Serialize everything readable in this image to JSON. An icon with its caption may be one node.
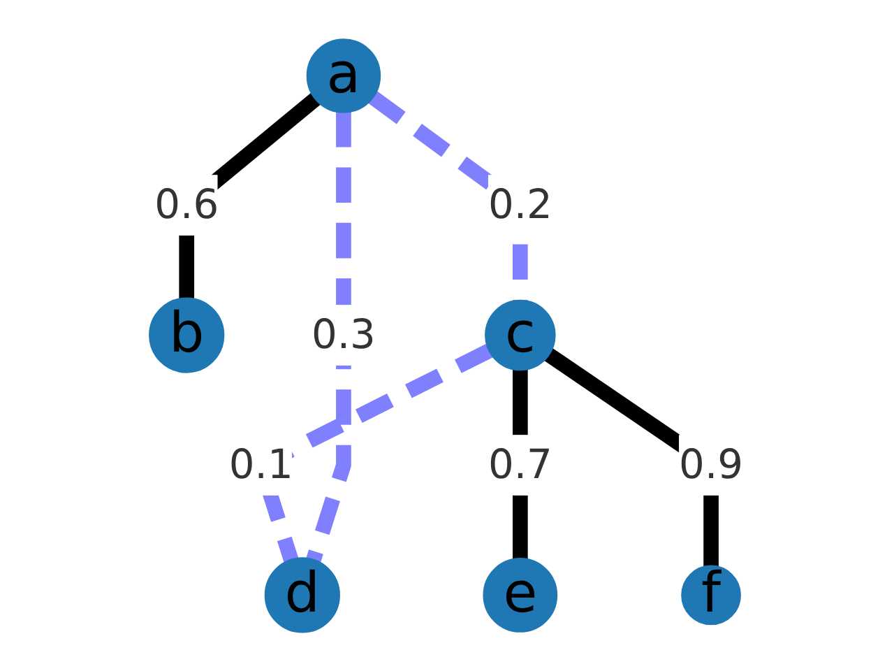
{
  "diagram": {
    "nodes": [
      {
        "text": [
          "a"
        ]
      },
      {
        "text": [
          "b"
        ]
      },
      {
        "text": [
          "c"
        ]
      },
      {
        "text": [
          "d"
        ]
      },
      {
        "text": [
          "e"
        ]
      },
      {
        "text": [
          "f"
        ]
      }
    ],
    "edges": [
      {
        "from": 0,
        "to": 1,
        "arrow": "none",
        "label": "0.6"
      },
      {
        "from": 0,
        "to": 2,
        "arrow": "none",
        "label": "0.2",
        "style": "dashed",
        "color": "#8080ff"
      },
      {
        "from": 2,
        "to": 3,
        "arrow": "none",
        "label": "0.1",
        "style": "dashed",
        "color": "#8080ff"
      },
      {
        "from": 2,
        "to": 4,
        "arrow": "none",
        "label": "0.7"
      },
      {
        "from": 2,
        "to": 5,
        "arrow": "none",
        "label": "0.9"
      },
      {
        "from": 0,
        "to": 3,
        "arrow": "none",
        "label": "0.3",
        "style": "dashed",
        "color": "#8080ff"
      }
    ]
  }
}
